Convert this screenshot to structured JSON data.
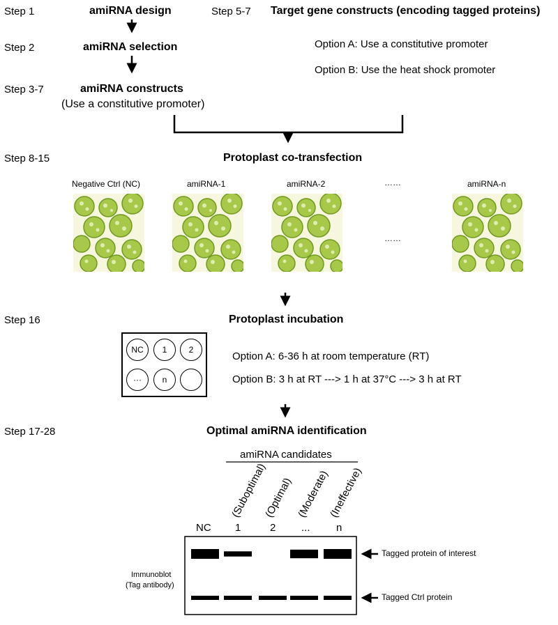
{
  "steps": {
    "s1": "Step 1",
    "s2": "Step 2",
    "s3": "Step 3-7",
    "s5": "Step 5-7",
    "s8": "Step 8-15",
    "s16": "Step 16",
    "s17": "Step 17-28"
  },
  "headings": {
    "design": "amiRNA design",
    "selection": "amiRNA selection",
    "constructs": "amiRNA constructs",
    "constructs_note": "(Use a constitutive promoter)",
    "target": "Target gene constructs (encoding tagged proteins)",
    "cotransfection": "Protoplast co-transfection",
    "incubation": "Protoplast incubation",
    "identification": "Optimal amiRNA identification"
  },
  "target_options": {
    "a": "Option A: Use a constitutive promoter",
    "b": "Option B: Use the heat shock promoter"
  },
  "samples": {
    "labels": [
      "Negative Ctrl (NC)",
      "amiRNA-1",
      "amiRNA-2",
      "……",
      "amiRNA-n"
    ],
    "ellipsis_between_images": "……"
  },
  "plate": {
    "wells": [
      "NC",
      "1",
      "2",
      "···",
      "n",
      ""
    ]
  },
  "incubation_options": {
    "a": "Option A: 6-36 h at room temperature (RT)",
    "b": "Option B: 3 h at RT ---> 1 h at 37°C ---> 3 h at RT"
  },
  "blot": {
    "candidates_label": "amiRNA candidates",
    "qualities": [
      "(Suboptimal)",
      "(Optimal)",
      "(Moderate)",
      "(Ineffective)"
    ],
    "lanes": [
      "NC",
      "1",
      "2",
      "...",
      "n"
    ],
    "side_label_1": "Immunoblot",
    "side_label_2": "(Tag antibody)",
    "protein_of_interest": "Tagged protein of interest",
    "ctrl_protein": "Tagged Ctrl protein",
    "poi_band_strength": [
      1.0,
      0.4,
      0.0,
      0.85,
      1.0
    ],
    "ctrl_band_strength": [
      1.0,
      1.0,
      1.0,
      1.0,
      1.0
    ]
  },
  "colors": {
    "protoplast_fill": "#a8c84a",
    "protoplast_dark": "#6f9a1e",
    "protoplast_bg": "#f7f7df",
    "ink": "#000000"
  }
}
